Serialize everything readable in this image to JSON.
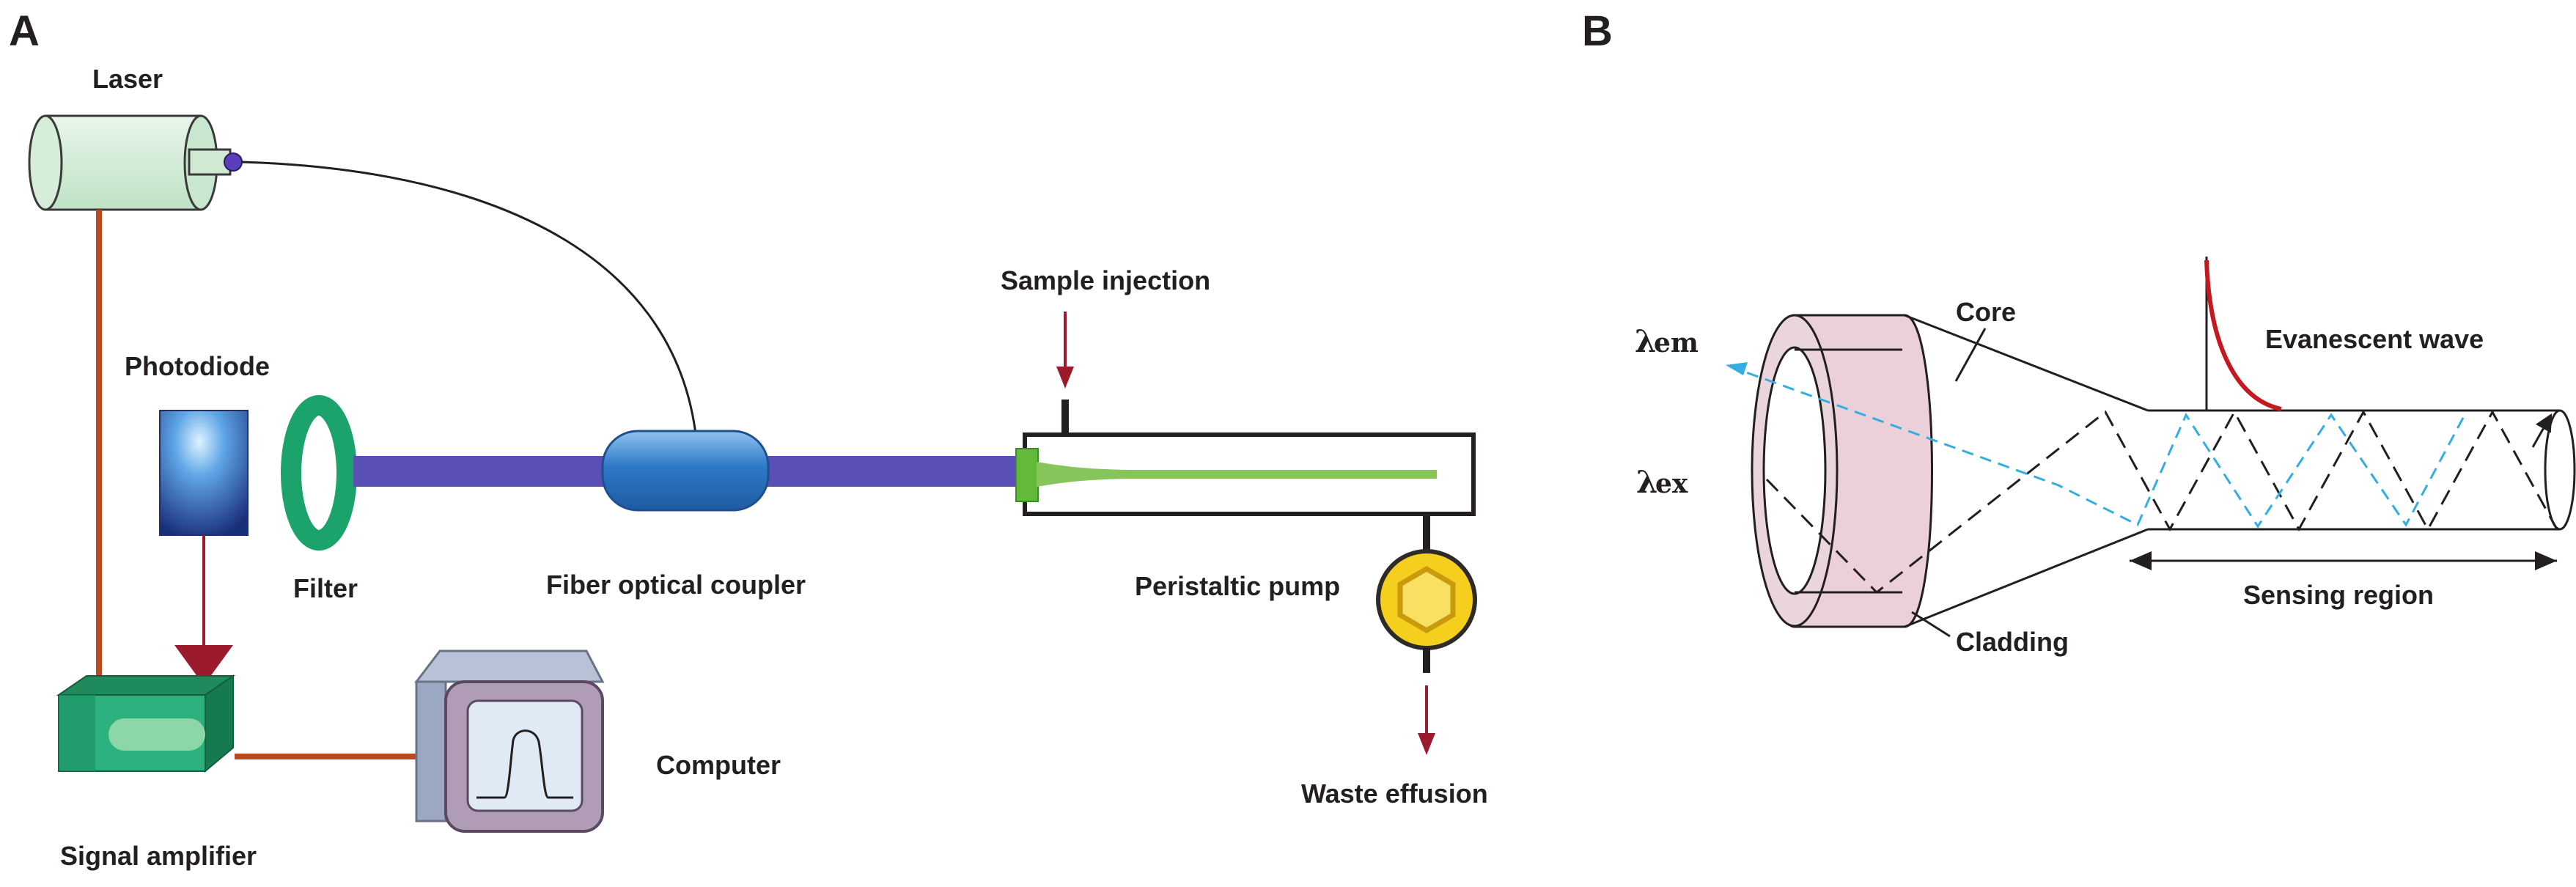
{
  "panel_a": {
    "letter": "A",
    "labels": {
      "laser": "Laser",
      "photodiode": "Photodiode",
      "filter": "Filter",
      "coupler": "Fiber optical coupler",
      "sample_injection": "Sample injection",
      "peristaltic_pump": "Peristaltic pump",
      "waste_effusion": "Waste effusion",
      "computer": "Computer",
      "signal_amplifier": "Signal amplifier"
    }
  },
  "panel_b": {
    "letter": "B",
    "labels": {
      "core": "Core",
      "evanescent_wave": "Evanescent wave",
      "lambda_em_symbol": "λ",
      "lambda_em_sub": "em",
      "lambda_ex_symbol": "λ",
      "lambda_ex_sub": "ex",
      "cladding": "Cladding",
      "sensing_region": "Sensing region"
    }
  },
  "colors": {
    "laser_body": "#cfe9d3",
    "fiber": "#5a4fb5",
    "coupler": "#2d79c7",
    "filter_ring": "#1ba36b",
    "sample_fluid": "#86c55a",
    "arrow_red": "#9b1b2d",
    "wire_orange": "#b9491f",
    "amplifier": "#2bb07e",
    "pump_yellow": "#f4cf1d",
    "cladding_pink": "#ebd0d9",
    "em_dashed": "#33aee0",
    "evanescent_red": "#c41a1f"
  }
}
